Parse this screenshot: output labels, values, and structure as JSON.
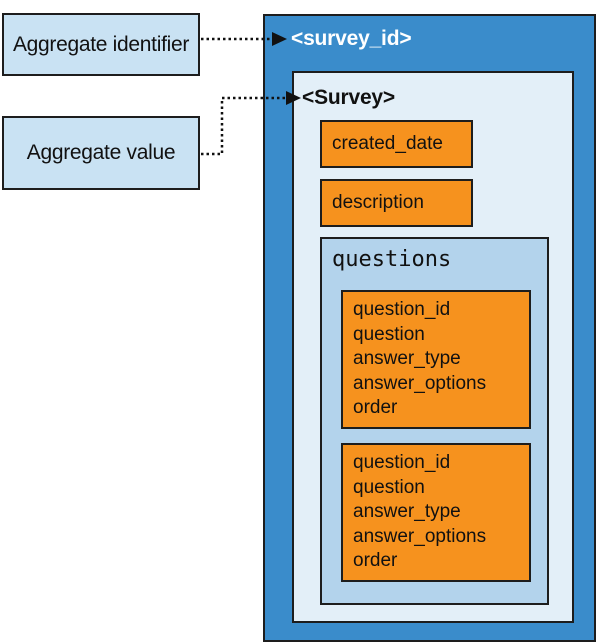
{
  "labels": {
    "aggregate_identifier": "Aggregate identifier",
    "aggregate_value": "Aggregate value"
  },
  "outer": {
    "title": "<survey_id>"
  },
  "inner": {
    "title": "<Survey>"
  },
  "fields": {
    "created_date": "created_date",
    "description": "description"
  },
  "questions": {
    "title": "questions",
    "items": [
      [
        "question_id",
        "question",
        "answer_type",
        "answer_options",
        "order"
      ],
      [
        "question_id",
        "question",
        "answer_type",
        "answer_options",
        "order"
      ]
    ]
  },
  "colors": {
    "label_fill": "#c9e2f3",
    "outer_fill": "#3a8ccb",
    "inner_fill": "#e3eff8",
    "questions_fill": "#b3d3ec",
    "field_fill": "#f6921e"
  }
}
